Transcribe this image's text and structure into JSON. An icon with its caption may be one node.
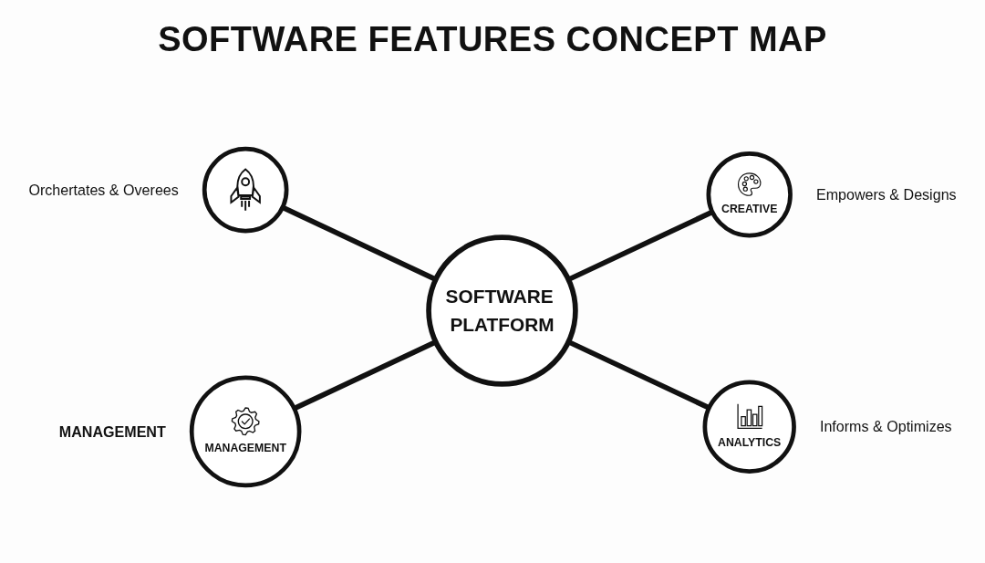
{
  "diagram": {
    "title": "SOFTWARE FEATURES CONCEPT MAP",
    "nodes": [
      {
        "text": [],
        "shape": "circle",
        "beside": [
          "Orchertates & Overees"
        ]
      },
      {
        "text": [
          "CREATIVE"
        ],
        "beside": [
          "Empowers & Designs"
        ]
      },
      {
        "text": [
          "SOFTWARE PLATFORM"
        ]
      },
      {
        "text": [
          "MANAGEMENT"
        ],
        "beside": [
          "MANAGEMENT"
        ]
      },
      {
        "text": [
          "ANALYTICS"
        ],
        "beside": [
          "Informs & Optimizes"
        ]
      }
    ],
    "edges": [
      {
        "from": 0,
        "to": 2,
        "arrow": "none"
      },
      {
        "from": 2,
        "to": 1,
        "arrow": "none"
      },
      {
        "from": 3,
        "to": 2,
        "arrow": "none"
      },
      {
        "from": 2,
        "to": 4,
        "arrow": "none"
      }
    ]
  }
}
